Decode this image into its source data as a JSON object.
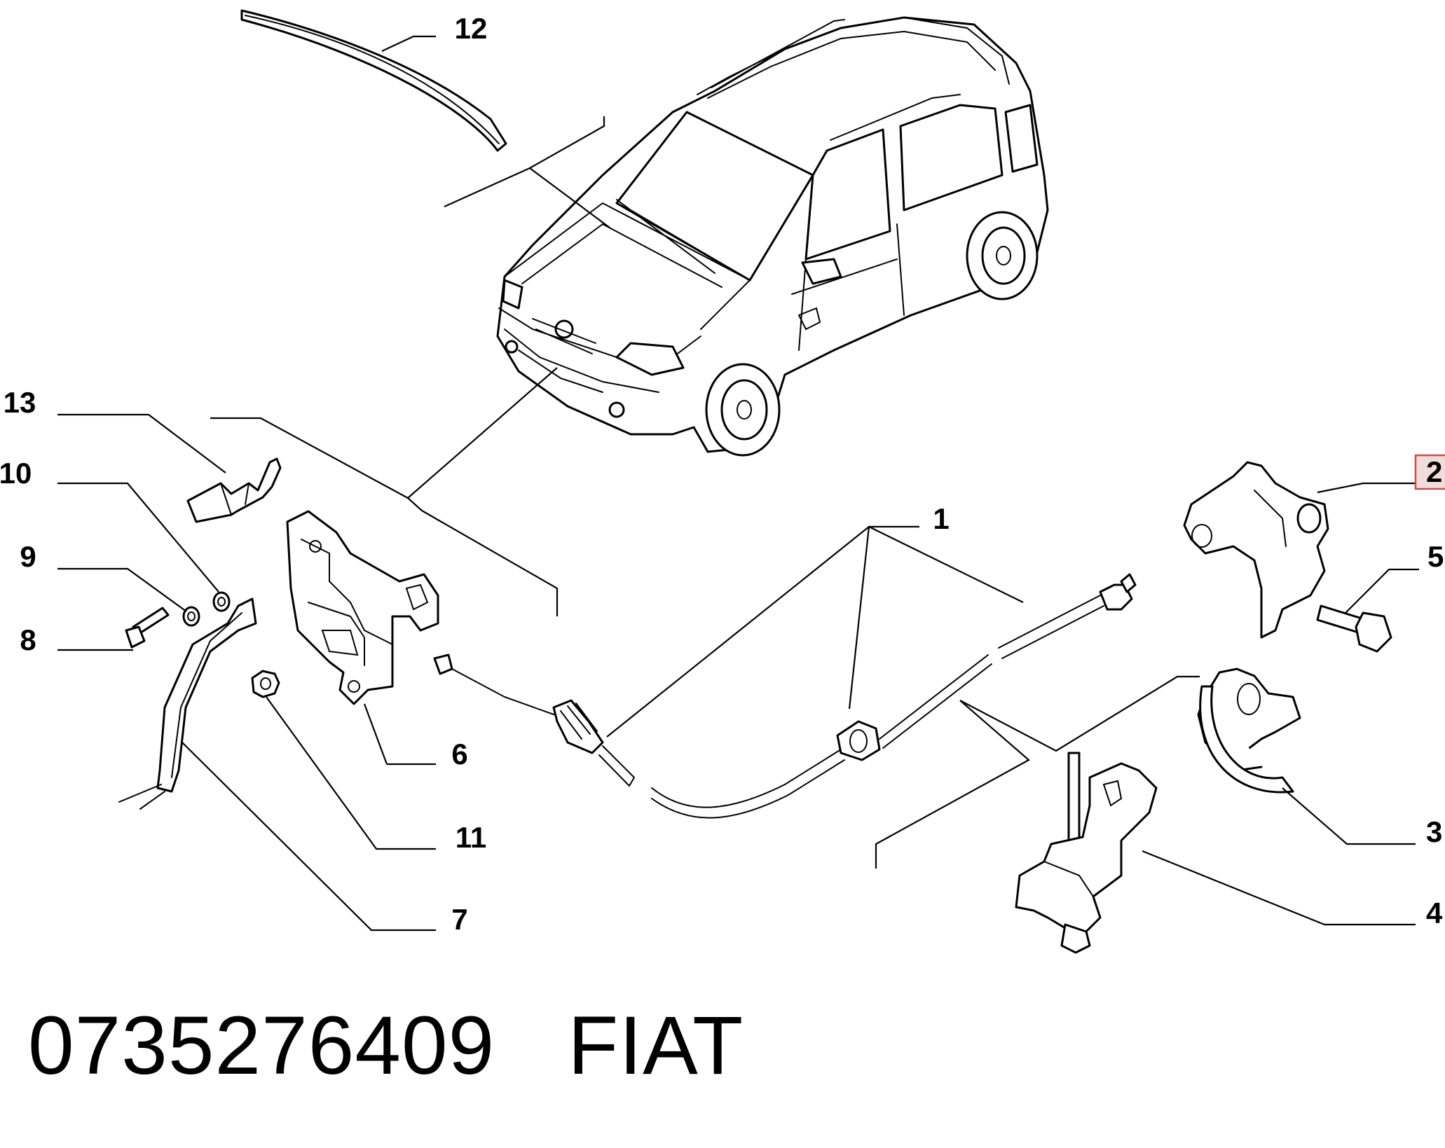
{
  "callouts": [
    "1",
    "2",
    "3",
    "4",
    "5",
    "6",
    "7",
    "8",
    "9",
    "10",
    "11",
    "12",
    "13"
  ],
  "footer": {
    "part_number": "0735276409",
    "brand": "FIAT"
  },
  "colors": {
    "line": "#000000",
    "background": "#ffffff",
    "highlight_box": "#c0504d",
    "highlight_fill": "#f2dcdb"
  }
}
